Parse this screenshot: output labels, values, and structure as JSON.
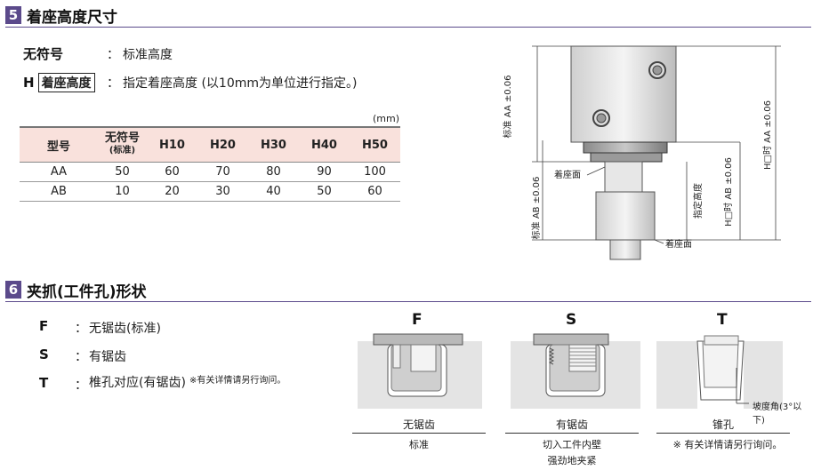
{
  "section5": {
    "number": "5",
    "title": "着座高度尺寸",
    "options": [
      {
        "key": "无符号",
        "colon": "：",
        "desc": "标准高度"
      },
      {
        "key": "H",
        "boxed": "着座高度",
        "colon": "：",
        "desc": "指定着座高度 (以10mm为单位进行指定。)"
      }
    ],
    "unit": "(mm)",
    "table": {
      "header_model": "型号",
      "header_none": "无符号",
      "header_none_sub": "(标准)",
      "headers": [
        "H10",
        "H20",
        "H30",
        "H40",
        "H50"
      ],
      "rows": [
        {
          "model": "AA",
          "values": [
            "50",
            "60",
            "70",
            "80",
            "90",
            "100"
          ]
        },
        {
          "model": "AB",
          "values": [
            "10",
            "20",
            "30",
            "40",
            "50",
            "60"
          ]
        }
      ]
    },
    "diagram": {
      "std_aa": "标准 AA ±0.06",
      "std_ab": "标准 AB ±0.06",
      "seat1": "着座面",
      "seat2": "着座面",
      "specified": "指定高度",
      "h_ab": "H□时 AB ±0.06",
      "h_aa": "H□时 AA ±0.06"
    }
  },
  "section6": {
    "number": "6",
    "title": "夹抓(工件孔)形状",
    "options": [
      {
        "key": "F",
        "colon": "：",
        "desc": "无锯齿(标准)",
        "note": ""
      },
      {
        "key": "S",
        "colon": "：",
        "desc": "有锯齿",
        "note": ""
      },
      {
        "key": "T",
        "colon": "：",
        "desc": "椎孔对应(有锯齿)",
        "note": "※有关详情请另行询问。"
      }
    ],
    "figures": [
      {
        "letter": "F",
        "caption": "无锯齿",
        "sub1": "标准",
        "sub2": ""
      },
      {
        "letter": "S",
        "caption": "有锯齿",
        "sub1": "切入工件内壁",
        "sub2": "强劲地夹紧"
      },
      {
        "letter": "T",
        "caption": "锥孔",
        "sub1": "※ 有关详情请另行询问。",
        "sub2": ""
      }
    ],
    "slope_label": "坡度角(3°以下)"
  }
}
